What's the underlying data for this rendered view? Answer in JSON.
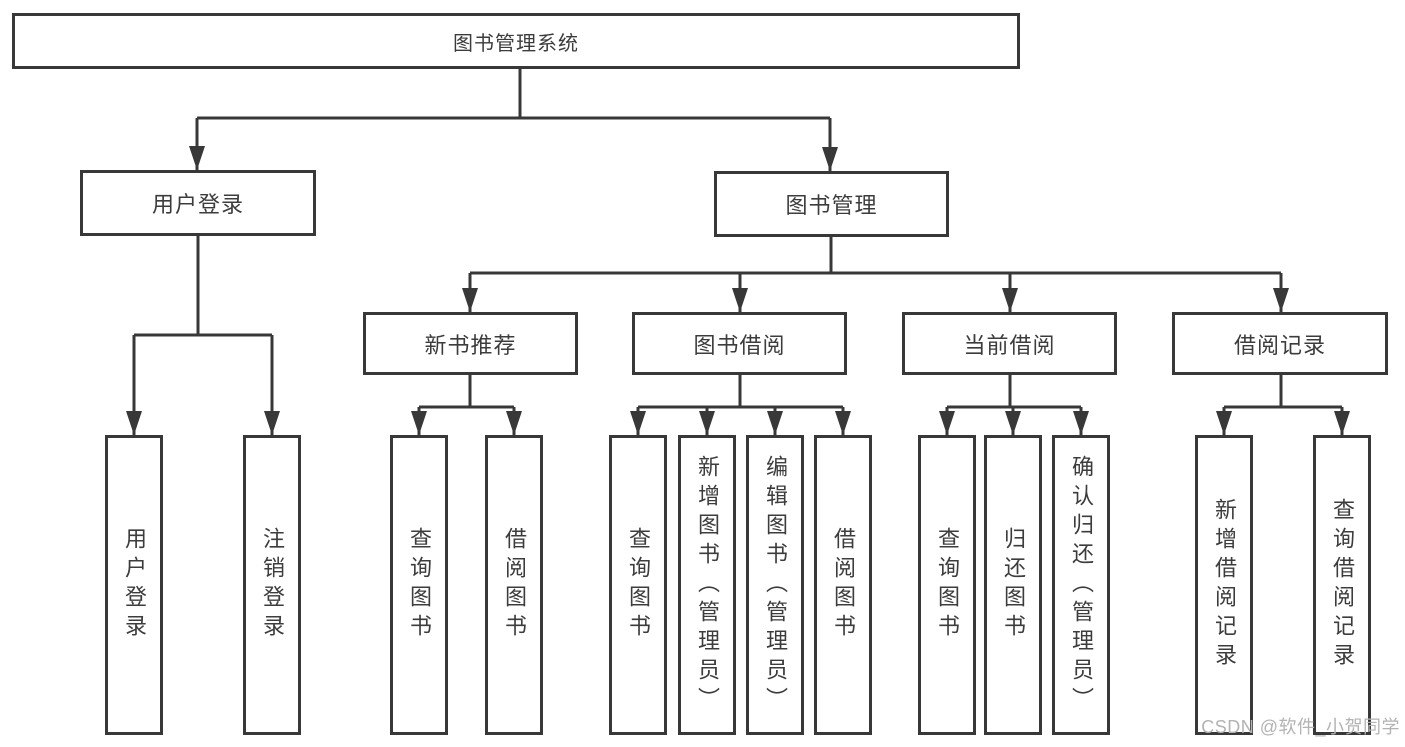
{
  "root": {
    "label": "图书管理系统"
  },
  "login": {
    "label": "用户登录",
    "children": [
      {
        "label": "用户登录"
      },
      {
        "label": "注销登录"
      }
    ]
  },
  "manage": {
    "label": "图书管理",
    "sections": [
      {
        "label": "新书推荐",
        "children": [
          {
            "label": "查询图书"
          },
          {
            "label": "借阅图书"
          }
        ]
      },
      {
        "label": "图书借阅",
        "children": [
          {
            "label": "查询图书"
          },
          {
            "label": "新增图书（管理员）"
          },
          {
            "label": "编辑图书（管理员）"
          },
          {
            "label": "借阅图书"
          }
        ]
      },
      {
        "label": "当前借阅",
        "children": [
          {
            "label": "查询图书"
          },
          {
            "label": "归还图书"
          },
          {
            "label": "确认归还（管理员）"
          }
        ]
      },
      {
        "label": "借阅记录",
        "children": [
          {
            "label": "新增借阅记录"
          },
          {
            "label": "查询借阅记录"
          }
        ]
      }
    ]
  },
  "watermark": {
    "text": "CSDN @软件_小贺同学"
  },
  "colors": {
    "line": "#383838",
    "text": "#3c3c3c",
    "watermark": "#b3b3b3",
    "background": "#ffffff"
  }
}
